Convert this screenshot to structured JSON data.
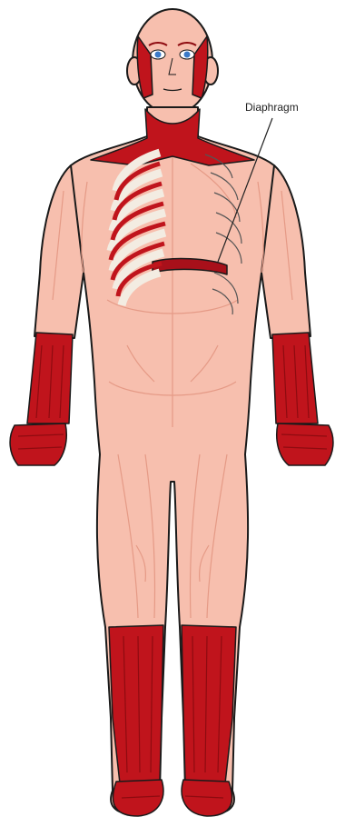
{
  "diagram": {
    "labels": [
      {
        "id": "diaphragm",
        "text": "Diaphragm"
      }
    ]
  },
  "colors": {
    "skin": "#f7bfae",
    "skin_outline": "#1a1a1a",
    "muscle_line": "#e59a86",
    "affected_muscle": "#c0141c",
    "affected_muscle_dark": "#8e0b10",
    "bone": "#f3ece2",
    "eye_iris": "#3b7ac8",
    "leader_line": "#222222"
  },
  "legend": {
    "highlighted_regions": [
      "face",
      "neck",
      "shoulder",
      "intercostal",
      "diaphragm",
      "forearm",
      "hand",
      "lower-leg",
      "foot"
    ]
  }
}
